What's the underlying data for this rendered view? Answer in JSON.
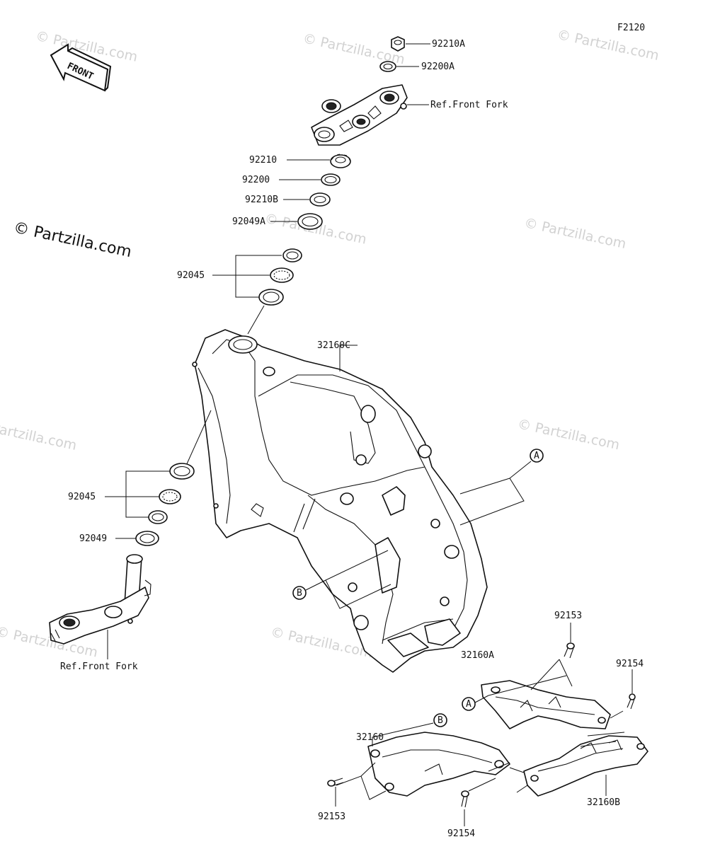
{
  "diagram_code": "F2120",
  "front_arrow_label": "FRONT",
  "copyright_text": "© Partzilla.com",
  "watermark_text": "© Partzilla.com",
  "labels": {
    "nut_top": "92210A",
    "washer_top": "92200A",
    "ref_fork_top": "Ref.Front Fork",
    "nut_mid": "92210",
    "washer_mid": "92200",
    "nut_b": "92210B",
    "seal_a": "92049A",
    "bearing_upper": "92045",
    "frame": "32160C",
    "bearing_lower": "92045",
    "seal_lower": "92049",
    "ref_fork_bottom": "Ref.Front Fork",
    "callout_a": "A",
    "callout_b": "B",
    "bolt_upper": "92153",
    "bracket_a": "32160A",
    "bolt_upper_right": "92154",
    "callout_a2": "A",
    "bracket": "32160",
    "callout_b2": "B",
    "bolt_lower": "92153",
    "bolt_lower_right": "92154",
    "bracket_b": "32160B"
  }
}
